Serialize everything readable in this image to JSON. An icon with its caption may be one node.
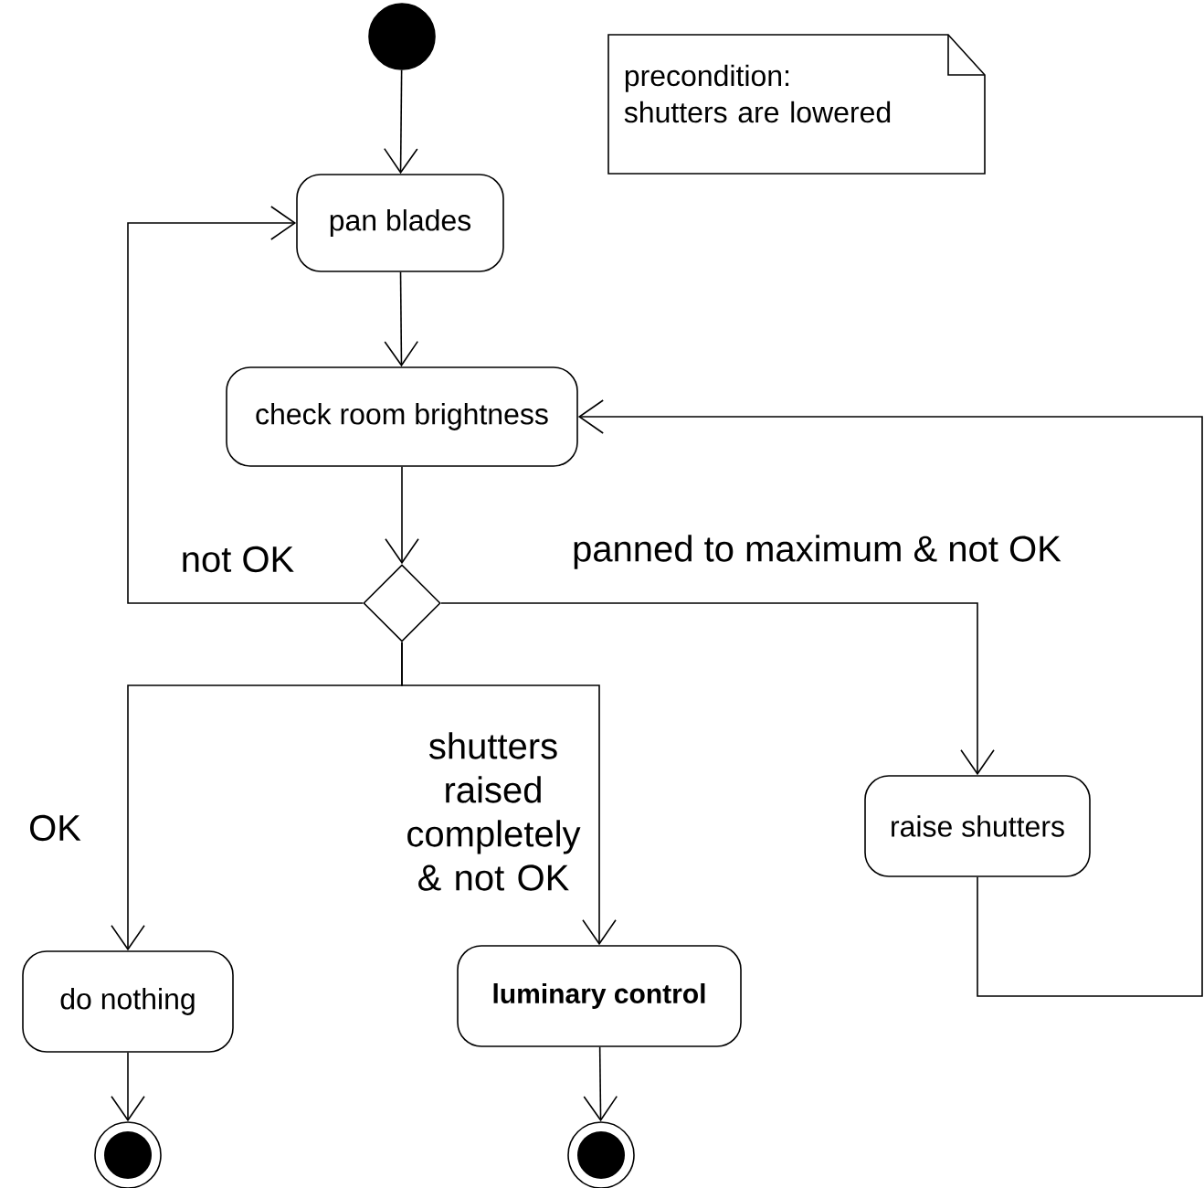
{
  "diagram": {
    "nodes": [
      {
        "text": [],
        "shape": "circle"
      },
      {
        "text": [
          "precondition: shutters are lowered"
        ]
      },
      {
        "text": [
          "pan blades"
        ]
      },
      {
        "text": [
          "check room brightness"
        ]
      },
      {
        "text": [],
        "shape": "diamond"
      },
      {
        "text": [
          "raise shutters"
        ]
      },
      {
        "text": [
          "do nothing"
        ]
      },
      {
        "text": [
          "luminary control"
        ]
      },
      {
        "text": [],
        "shape": "circle"
      },
      {
        "text": [],
        "shape": "circle"
      }
    ],
    "edges": [
      {
        "from": 0,
        "to": 2,
        "arrow": "to"
      },
      {
        "from": 2,
        "to": 3,
        "arrow": "to"
      },
      {
        "from": 3,
        "to": 4,
        "arrow": "to"
      },
      {
        "from": 4,
        "to": 2,
        "arrow": "to",
        "label": "not OK"
      },
      {
        "from": 4,
        "to": 5,
        "arrow": "to",
        "label": "panned to maximum & not OK"
      },
      {
        "from": 4,
        "to": 6,
        "arrow": "to",
        "label": "OK"
      },
      {
        "from": 4,
        "to": 7,
        "arrow": "to",
        "label": "shutters raised completely & not OK"
      },
      {
        "from": 5,
        "to": 3,
        "arrow": "to"
      },
      {
        "from": 6,
        "to": 8,
        "arrow": "to"
      },
      {
        "from": 7,
        "to": 9,
        "arrow": "to"
      }
    ]
  }
}
